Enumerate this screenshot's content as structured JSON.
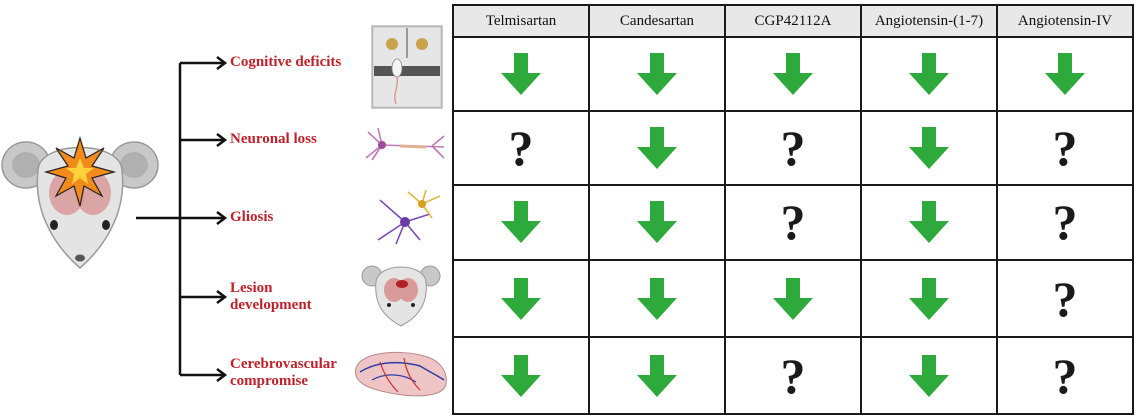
{
  "outcomes": [
    {
      "id": "cognitive",
      "lines": [
        "Cognitive deficits"
      ]
    },
    {
      "id": "neuronal",
      "lines": [
        "Neuronal loss"
      ]
    },
    {
      "id": "gliosis",
      "lines": [
        "Gliosis"
      ]
    },
    {
      "id": "lesion",
      "lines": [
        "Lesion",
        "development"
      ]
    },
    {
      "id": "cerebrovascular",
      "lines": [
        "Cerebrovascular",
        "compromise"
      ]
    }
  ],
  "columns": [
    "Telmisartan",
    "Candesartan",
    "CGP42112A",
    "Angiotensin-(1-7)",
    "Angiotensin-IV"
  ],
  "cells": [
    [
      "down-arrow",
      "down-arrow",
      "down-arrow",
      "down-arrow",
      "down-arrow"
    ],
    [
      "question",
      "down-arrow",
      "question",
      "down-arrow",
      "question"
    ],
    [
      "down-arrow",
      "down-arrow",
      "question",
      "down-arrow",
      "question"
    ],
    [
      "down-arrow",
      "down-arrow",
      "down-arrow",
      "down-arrow",
      "question"
    ],
    [
      "down-arrow",
      "down-arrow",
      "question",
      "down-arrow",
      "question"
    ]
  ],
  "question_symbol": "?",
  "colors": {
    "label": "#c0212b",
    "arrow": "#2eaa3c",
    "border": "#1a1a1a",
    "header_bg": "#e8e8e8"
  },
  "icons": {
    "mouse": "mouse-head-injury-icon",
    "maze": "maze-mouse-icon",
    "neuron": "neuron-icon",
    "glia": "glial-cell-icon",
    "lesion": "mouse-brain-lesion-icon",
    "vessel": "brain-vasculature-icon"
  }
}
